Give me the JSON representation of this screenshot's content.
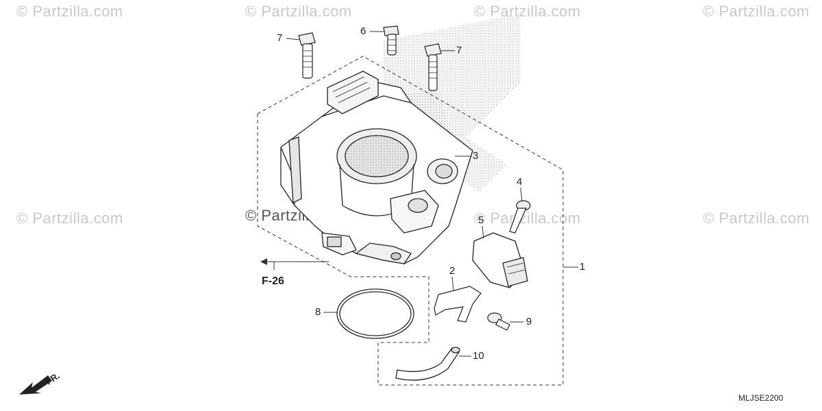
{
  "watermarks": [
    {
      "text": "© Partzilla.com"
    },
    {
      "text": "© Partzilla.com"
    },
    {
      "text": "© Partzilla.com"
    },
    {
      "text": "© Partzilla.com"
    },
    {
      "text": "© Partzilla.com"
    },
    {
      "text": "© Partzilla.com"
    },
    {
      "text": "© Partzilla.com"
    },
    {
      "text": "© Partzilla.com"
    }
  ],
  "callouts": {
    "p1": "1",
    "p2": "2",
    "p3": "3",
    "p4": "4",
    "p5": "5",
    "p6": "6",
    "p7a": "7",
    "p7b": "7",
    "p8": "8",
    "p9": "9",
    "p10": "10"
  },
  "reference": {
    "label": "F-26"
  },
  "direction": {
    "label": "FR."
  },
  "diagram_code": "MLJSE2200",
  "colors": {
    "line": "#333333",
    "shade": "#9a9a9a",
    "watermark": "#c9c9c9"
  }
}
